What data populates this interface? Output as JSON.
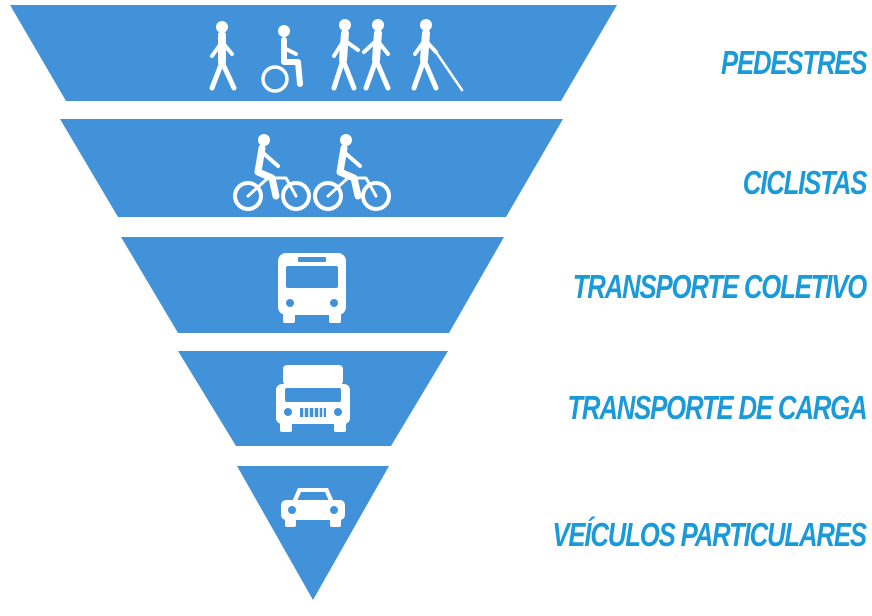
{
  "colors": {
    "tier_fill": "#4192d8",
    "icon": "#ffffff",
    "label_text": "#1a9ad8"
  },
  "tiers": [
    {
      "label": "PEDESTRES",
      "icons": [
        "pedestrian-walking-icon",
        "wheelchair-user-icon",
        "pedestrian-walking-icon",
        "pedestrian-walking-icon",
        "blind-pedestrian-cane-icon"
      ]
    },
    {
      "label": "CICLISTAS",
      "icons": [
        "cyclist-icon",
        "cyclist-icon"
      ]
    },
    {
      "label": "TRANSPORTE COLETIVO",
      "icons": [
        "bus-icon"
      ]
    },
    {
      "label": "TRANSPORTE DE CARGA",
      "icons": [
        "truck-icon"
      ]
    },
    {
      "label": "VEÍCULOS PARTICULARES",
      "icons": [
        "car-icon"
      ]
    }
  ]
}
